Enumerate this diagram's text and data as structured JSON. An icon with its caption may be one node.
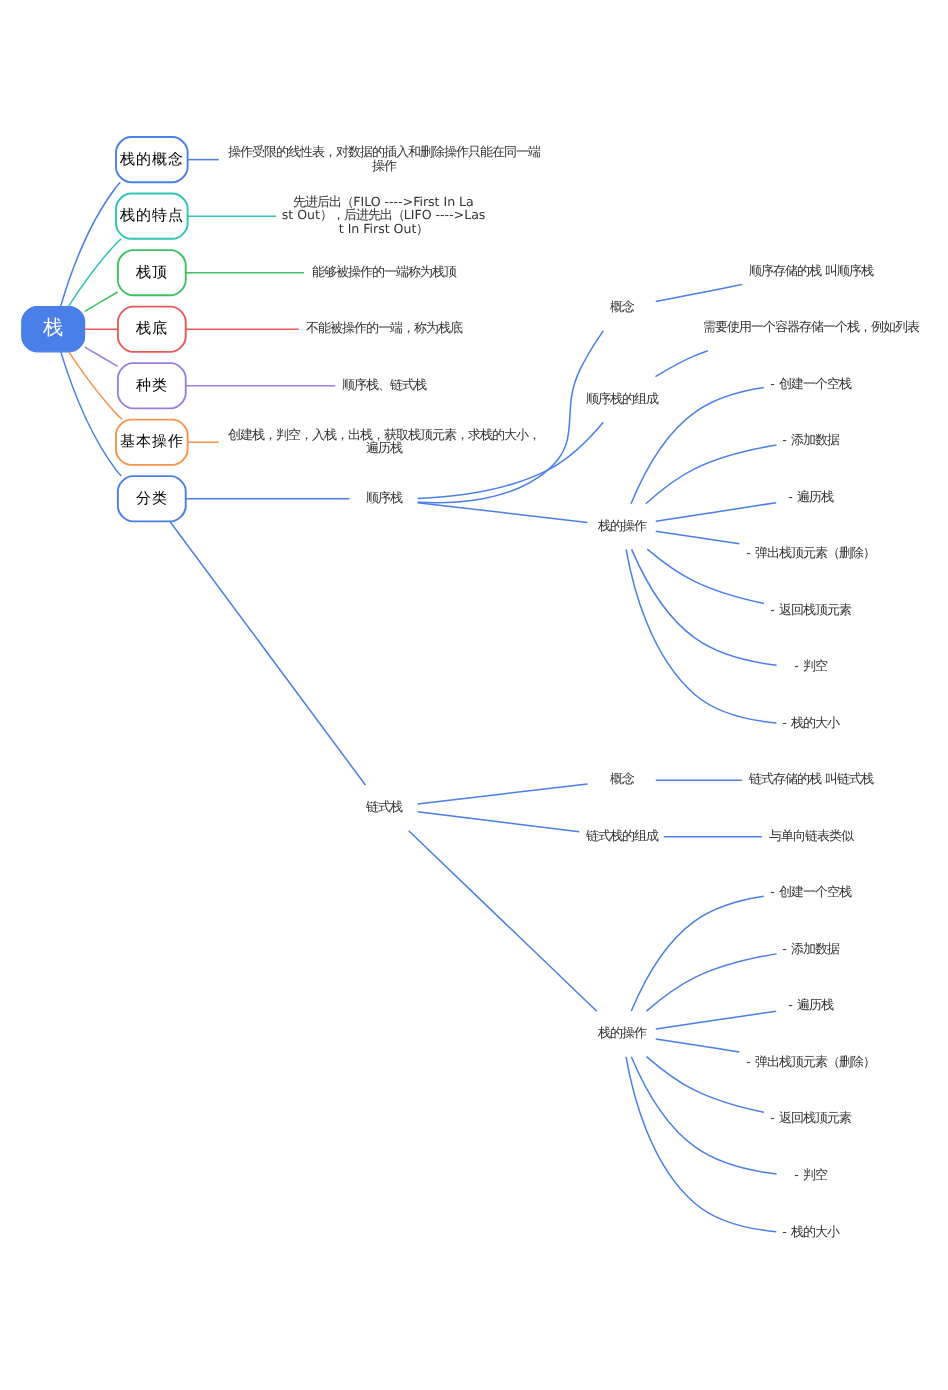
{
  "diagram": {
    "nodes": [
      {
        "text": [
          "栈"
        ]
      },
      {
        "text": [
          "栈的概念"
        ]
      },
      {
        "text": [
          "操作受限的线性表，对数据的插入和删除操作只能在同一端操作"
        ]
      },
      {
        "text": [
          "栈的特点"
        ]
      },
      {
        "text": [
          "先进后出（FILO ---->First In Last Out），后进先出（LIFO ---->Last In First Out）"
        ]
      },
      {
        "text": [
          "栈顶"
        ]
      },
      {
        "text": [
          "能够被操作的一端称为栈顶"
        ]
      },
      {
        "text": [
          "栈底"
        ]
      },
      {
        "text": [
          "不能被操作的一端，称为栈底"
        ]
      },
      {
        "text": [
          "种类"
        ]
      },
      {
        "text": [
          "顺序栈、链式栈"
        ]
      },
      {
        "text": [
          "基本操作"
        ]
      },
      {
        "text": [
          "创建栈，判空，入栈，出栈，获取栈顶元素，求栈的大小，遍历栈"
        ]
      },
      {
        "text": [
          "分类"
        ]
      },
      {
        "text": [
          "顺序栈"
        ]
      },
      {
        "text": [
          "概念"
        ]
      },
      {
        "text": [
          "顺序存储的栈 叫顺序栈"
        ]
      },
      {
        "text": [
          "顺序栈的组成"
        ]
      },
      {
        "text": [
          "需要使用一个容器存储一个栈，例如列表"
        ]
      },
      {
        "text": [
          "栈的操作"
        ]
      },
      {
        "text": [
          "- 创建一个空栈"
        ]
      },
      {
        "text": [
          "- 添加数据"
        ]
      },
      {
        "text": [
          "- 遍历栈"
        ]
      },
      {
        "text": [
          "- 弹出栈顶元素（删除）"
        ]
      },
      {
        "text": [
          "- 返回栈顶元素"
        ]
      },
      {
        "text": [
          "- 判空"
        ]
      },
      {
        "text": [
          "- 栈的大小"
        ]
      },
      {
        "text": [
          "链式栈"
        ]
      },
      {
        "text": [
          "概念"
        ]
      },
      {
        "text": [
          "链式存储的栈 叫链式栈"
        ]
      },
      {
        "text": [
          "链式栈的组成"
        ]
      },
      {
        "text": [
          "与单向链表类似"
        ]
      },
      {
        "text": [
          "栈的操作"
        ]
      },
      {
        "text": [
          "- 创建一个空栈"
        ]
      },
      {
        "text": [
          "- 添加数据"
        ]
      },
      {
        "text": [
          "- 遍历栈"
        ]
      },
      {
        "text": [
          "- 弹出栈顶元素（删除）"
        ]
      },
      {
        "text": [
          "- 返回栈顶元素"
        ]
      },
      {
        "text": [
          "- 判空"
        ]
      },
      {
        "text": [
          "- 栈的大小"
        ]
      }
    ],
    "edges": [
      {
        "from": 0,
        "to": 1,
        "arrow": "none"
      },
      {
        "from": 1,
        "to": 2,
        "arrow": "none"
      },
      {
        "from": 0,
        "to": 3,
        "arrow": "none",
        "color": "#2ec4b6"
      },
      {
        "from": 3,
        "to": 4,
        "arrow": "none",
        "color": "#2ec4b6"
      },
      {
        "from": 0,
        "to": 5,
        "arrow": "none",
        "color": "#3cc060"
      },
      {
        "from": 5,
        "to": 6,
        "arrow": "none",
        "color": "#3cc060"
      },
      {
        "from": 0,
        "to": 7,
        "arrow": "none",
        "color": "#e85a5a"
      },
      {
        "from": 7,
        "to": 8,
        "arrow": "none",
        "color": "#e85a5a"
      },
      {
        "from": 0,
        "to": 9,
        "arrow": "none",
        "color": "#9b7ee0"
      },
      {
        "from": 9,
        "to": 10,
        "arrow": "none",
        "color": "#9b7ee0"
      },
      {
        "from": 0,
        "to": 11,
        "arrow": "none",
        "color": "#f5944a"
      },
      {
        "from": 11,
        "to": 12,
        "arrow": "none",
        "color": "#f5944a"
      },
      {
        "from": 0,
        "to": 13,
        "arrow": "none"
      },
      {
        "from": 13,
        "to": 14,
        "arrow": "none"
      },
      {
        "from": 14,
        "to": 15,
        "arrow": "none"
      },
      {
        "from": 15,
        "to": 16,
        "arrow": "none"
      },
      {
        "from": 14,
        "to": 17,
        "arrow": "none"
      },
      {
        "from": 17,
        "to": 18,
        "arrow": "none"
      },
      {
        "from": 14,
        "to": 19,
        "arrow": "none"
      },
      {
        "from": 19,
        "to": 20,
        "arrow": "none"
      },
      {
        "from": 19,
        "to": 21,
        "arrow": "none"
      },
      {
        "from": 19,
        "to": 22,
        "arrow": "none"
      },
      {
        "from": 19,
        "to": 23,
        "arrow": "none"
      },
      {
        "from": 19,
        "to": 24,
        "arrow": "none"
      },
      {
        "from": 19,
        "to": 25,
        "arrow": "none"
      },
      {
        "from": 19,
        "to": 26,
        "arrow": "none"
      },
      {
        "from": 13,
        "to": 27,
        "arrow": "none"
      },
      {
        "from": 27,
        "to": 28,
        "arrow": "none"
      },
      {
        "from": 28,
        "to": 29,
        "arrow": "none"
      },
      {
        "from": 27,
        "to": 30,
        "arrow": "none"
      },
      {
        "from": 30,
        "to": 31,
        "arrow": "none"
      },
      {
        "from": 27,
        "to": 32,
        "arrow": "none"
      },
      {
        "from": 32,
        "to": 33,
        "arrow": "none"
      },
      {
        "from": 32,
        "to": 34,
        "arrow": "none"
      },
      {
        "from": 32,
        "to": 35,
        "arrow": "none"
      },
      {
        "from": 32,
        "to": 36,
        "arrow": "none"
      },
      {
        "from": 32,
        "to": 37,
        "arrow": "none"
      },
      {
        "from": 32,
        "to": 38,
        "arrow": "none"
      },
      {
        "from": 32,
        "to": 39,
        "arrow": "none"
      }
    ]
  }
}
